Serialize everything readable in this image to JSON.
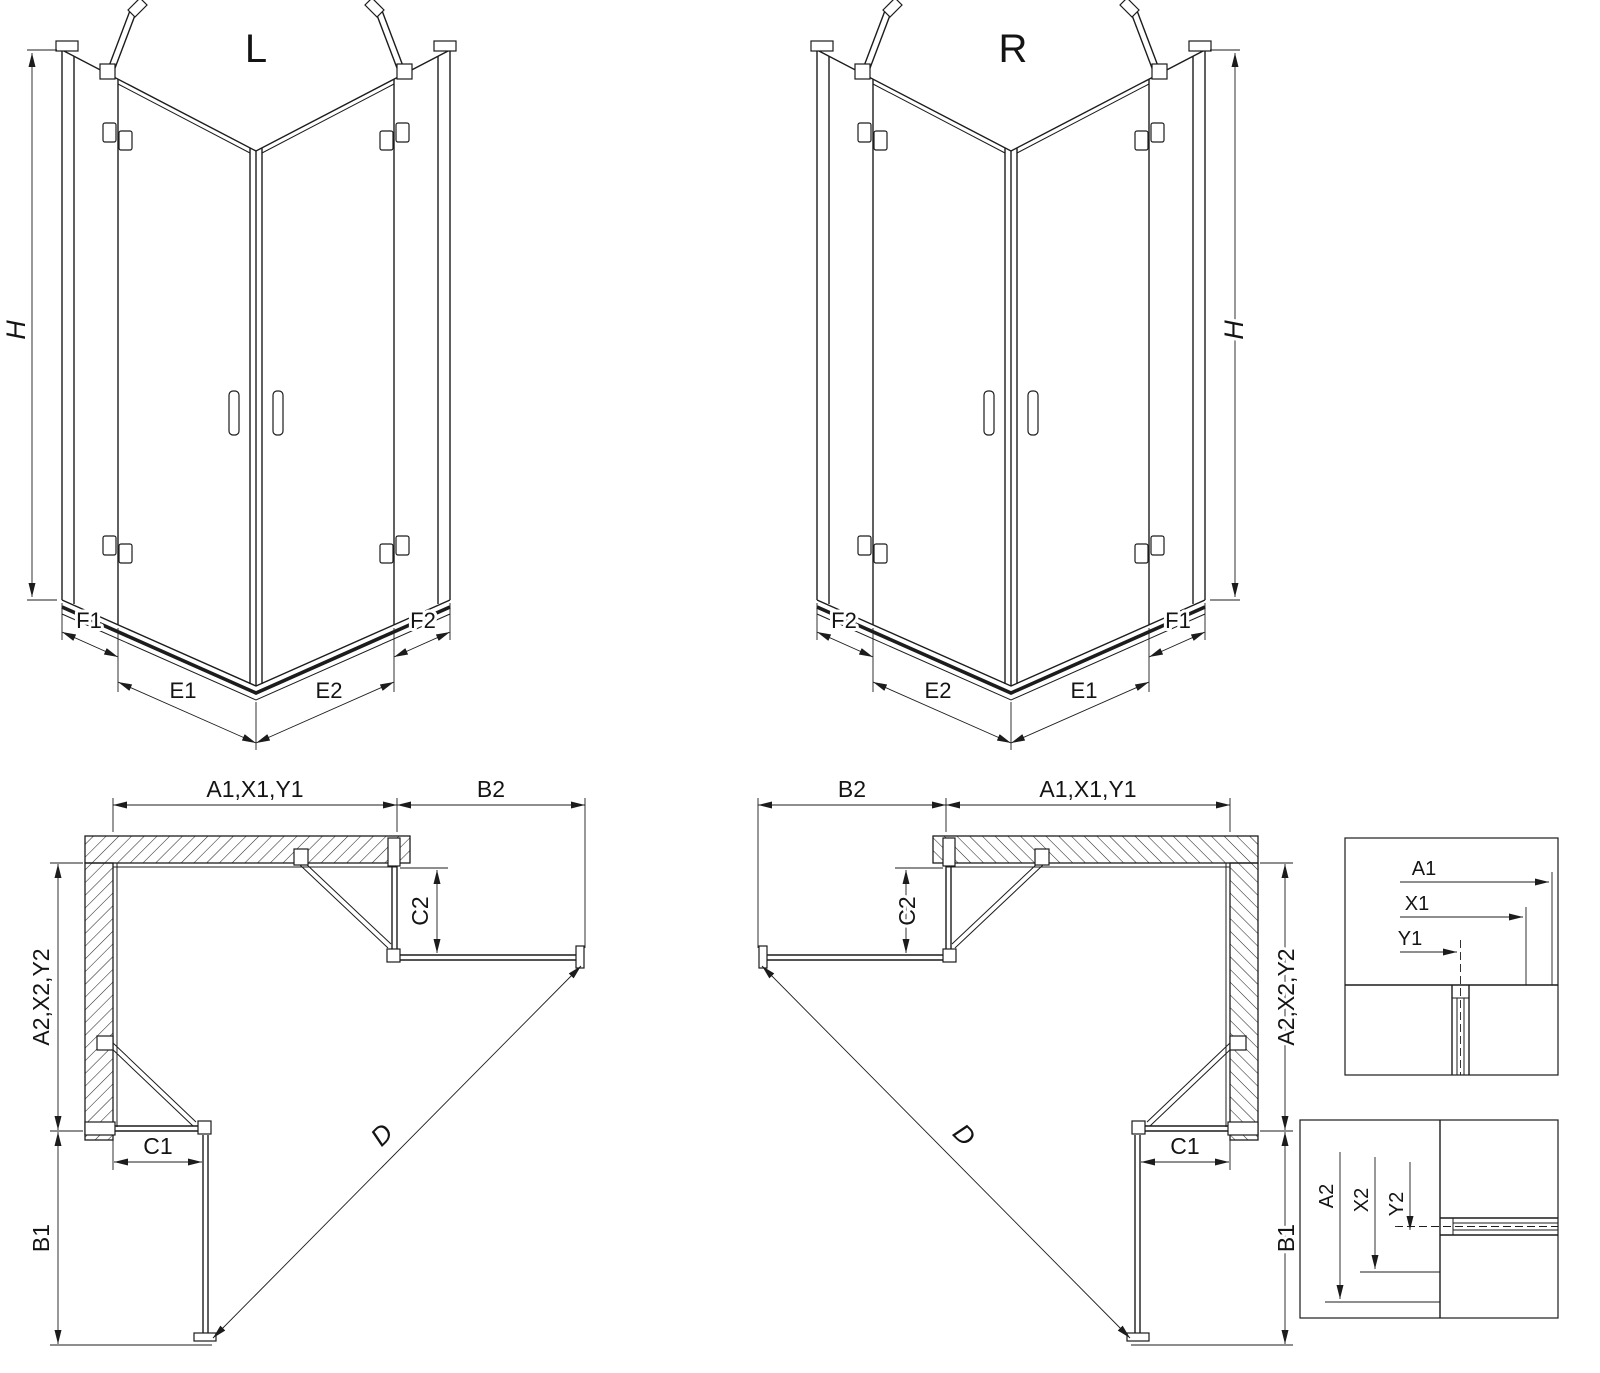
{
  "perspective_left": {
    "variant_label": "L",
    "height_label": "H",
    "f1": "F1",
    "e1": "E1",
    "e2": "E2",
    "f2": "F2"
  },
  "perspective_right": {
    "variant_label": "R",
    "height_label": "H",
    "f1": "F1",
    "e1": "E1",
    "e2": "E2",
    "f2": "F2"
  },
  "plan_left": {
    "width_top": "A1,X1,Y1",
    "door_top": "B2",
    "depth_side": "A2,X2,Y2",
    "door_side": "B1",
    "fixed_top": "C2",
    "fixed_side": "C1",
    "diagonal": "D"
  },
  "plan_right": {
    "width_top": "A1,X1,Y1",
    "door_top": "B2",
    "depth_side": "A2,X2,Y2",
    "door_side": "B1",
    "fixed_top": "C2",
    "fixed_side": "C1",
    "diagonal": "D"
  },
  "detail_top": {
    "a1": "A1",
    "x1": "X1",
    "y1": "Y1"
  },
  "detail_bottom": {
    "a2": "A2",
    "x2": "X2",
    "y2": "Y2"
  }
}
